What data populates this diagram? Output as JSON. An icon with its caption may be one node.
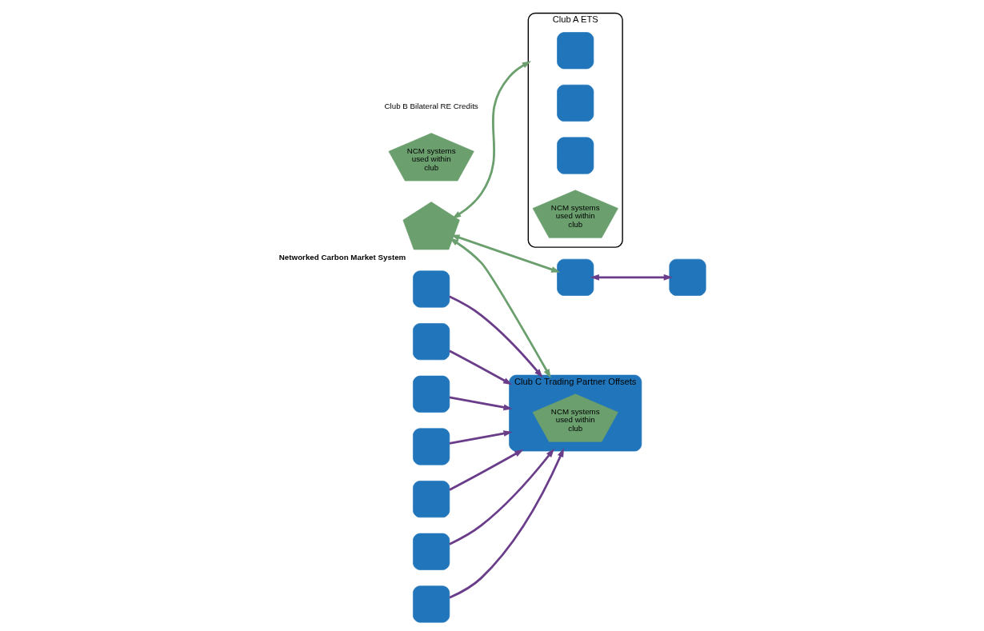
{
  "diagram": {
    "nodes": [
      {
        "text": [
          "Club A ETS"
        ]
      },
      {
        "text": [],
        "shape": "box",
        "in": 0
      },
      {
        "text": [],
        "shape": "box",
        "in": 0
      },
      {
        "text": [],
        "shape": "box",
        "in": 0
      },
      {
        "text": [
          "NCM systems used within club"
        ],
        "in": 0
      },
      {
        "text": [],
        "shape": "pentagon",
        "beside": [
          "Networked Carbon Market System"
        ]
      },
      {
        "text": [],
        "shape": "box"
      },
      {
        "text": [],
        "shape": "box"
      },
      {
        "text": [
          "NCM systems used within club"
        ]
      },
      {
        "text": [
          "Club C Trading Partner Offsets"
        ]
      },
      {
        "text": [
          "NCM systems used within club"
        ],
        "in": 9
      },
      {
        "text": [],
        "shape": "box"
      },
      {
        "text": [],
        "shape": "box"
      },
      {
        "text": [],
        "shape": "box"
      },
      {
        "text": [],
        "shape": "box"
      },
      {
        "text": [],
        "shape": "box"
      },
      {
        "text": [],
        "shape": "box"
      },
      {
        "text": [],
        "shape": "box"
      }
    ],
    "edges": [
      {
        "from": 5,
        "to": 0,
        "arrow": "both",
        "color": "#6b9f6e"
      },
      {
        "from": 5,
        "to": 6,
        "arrow": "both",
        "color": "#6b9f6e"
      },
      {
        "from": 5,
        "to": 9,
        "arrow": "both",
        "color": "#6b9f6e"
      },
      {
        "from": 6,
        "to": 7,
        "arrow": "both"
      },
      {
        "from": 11,
        "to": 9,
        "arrow": "to"
      },
      {
        "from": 12,
        "to": 9,
        "arrow": "to"
      },
      {
        "from": 13,
        "to": 9,
        "arrow": "to"
      },
      {
        "from": 14,
        "to": 9,
        "arrow": "to"
      },
      {
        "from": 15,
        "to": 9,
        "arrow": "to"
      },
      {
        "from": 16,
        "to": 9,
        "arrow": "to"
      },
      {
        "from": 17,
        "to": 9,
        "arrow": "to"
      }
    ],
    "labels": [
      "Club B Bilateral RE Credits"
    ]
  }
}
